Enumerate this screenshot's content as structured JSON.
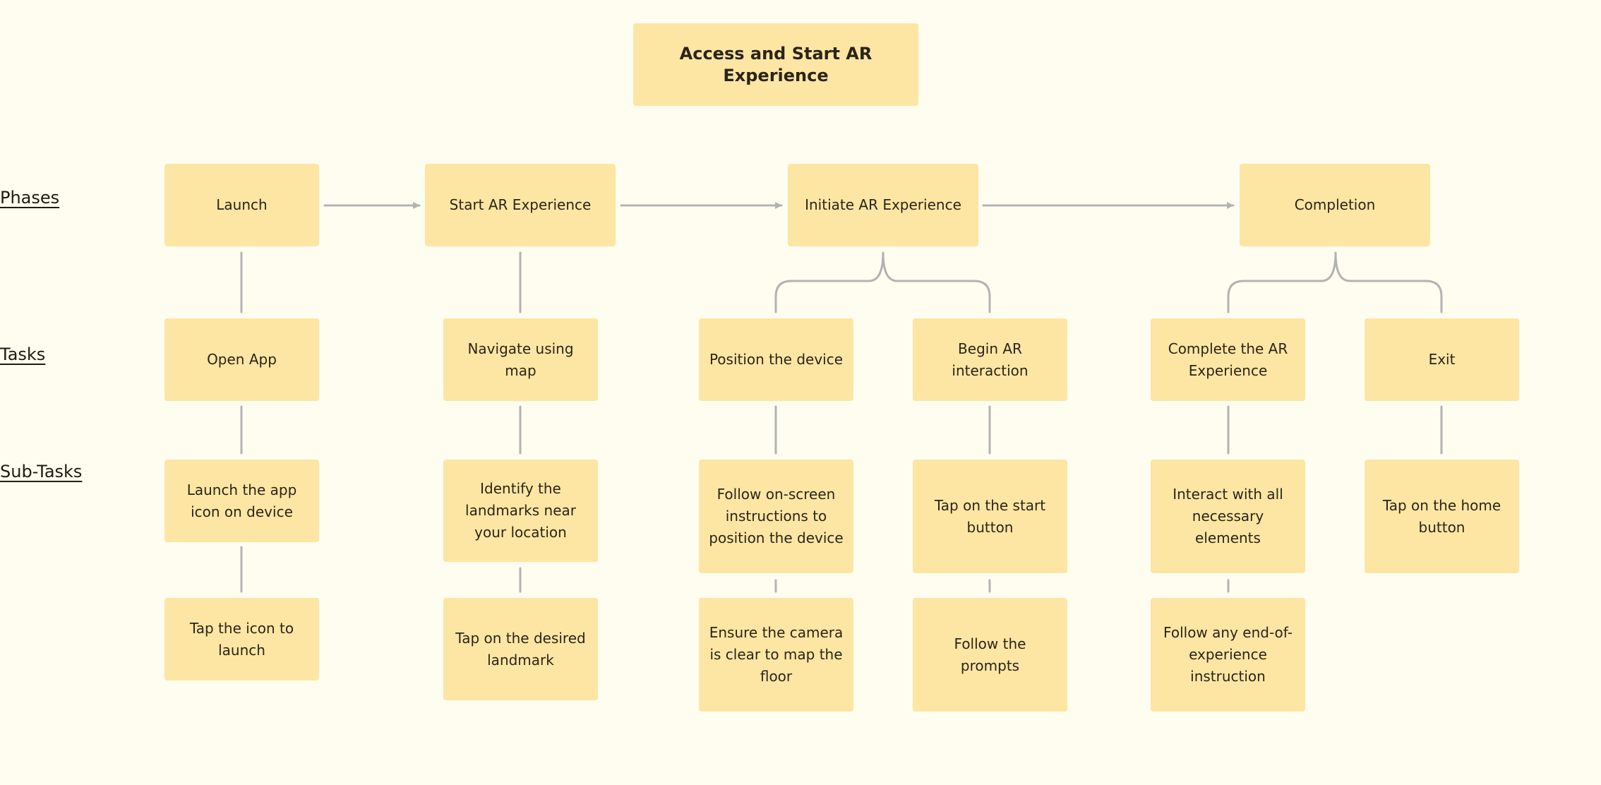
{
  "colors": {
    "background": "#fffdf0",
    "box": "#fde6a4",
    "connector": "#b3b3b3",
    "text": "#2b2418"
  },
  "title": "Access and Start AR Experience",
  "row_labels": {
    "phases": "Phases",
    "tasks": "Tasks",
    "subtasks": "Sub-Tasks"
  },
  "phases": {
    "launch": "Launch",
    "start": "Start AR Experience",
    "initiate": "Initiate AR Experience",
    "completion": "Completion"
  },
  "tasks": {
    "open_app": "Open App",
    "navigate_map": "Navigate using map",
    "position_device": "Position the device",
    "begin_ar": "Begin AR interaction",
    "complete_ar": "Complete the AR Experience",
    "exit": "Exit"
  },
  "subtasks": {
    "launch_icon": "Launch the app icon on device",
    "tap_icon": "Tap the icon to launch",
    "identify_landmarks": "Identify the landmarks near your location",
    "tap_landmark": "Tap on the desired landmark",
    "follow_instructions": "Follow on-screen instructions to position the device",
    "ensure_camera": "Ensure the camera is clear to map the floor",
    "tap_start": "Tap on the start button",
    "follow_prompts": "Follow the prompts",
    "interact_elements": "Interact with all necessary elements",
    "follow_end": "Follow any end-of-experience instruction",
    "tap_home": "Tap on the home button"
  }
}
